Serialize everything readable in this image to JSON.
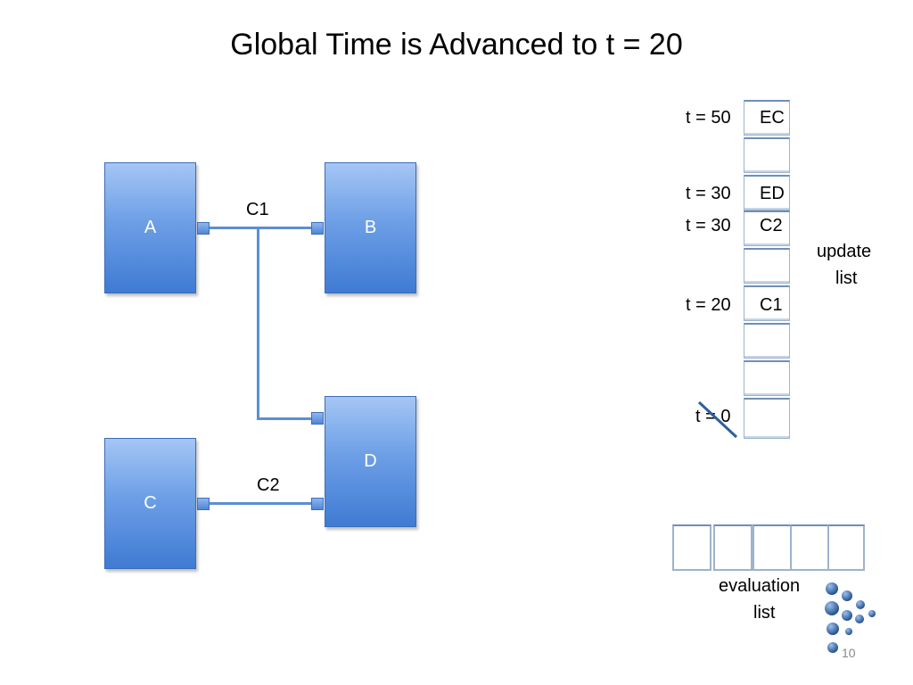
{
  "title": "Global Time is Advanced to t = 20",
  "blocks": {
    "a": "A",
    "b": "B",
    "c": "C",
    "d": "D"
  },
  "connections": {
    "c1": "C1",
    "c2": "C2"
  },
  "update_list": {
    "label_line1": "update",
    "label_line2": "list",
    "entries": [
      {
        "time": "t = 50",
        "event": "EC"
      },
      {
        "time": "t = 30",
        "event": "ED"
      },
      {
        "time": "t = 30",
        "event": "C2"
      },
      {
        "time": "t = 20",
        "event": "C1"
      },
      {
        "time": "t = 0",
        "event": "",
        "struck": true
      }
    ]
  },
  "evaluation_list": {
    "label_line1": "evaluation",
    "label_line2": "list",
    "cells": 5
  },
  "page_number": "10",
  "colors": {
    "block": "#5b8fd4",
    "wire": "#5b8fd4",
    "cell_border": "#9eb3cc",
    "logo": "#2c5a94"
  }
}
